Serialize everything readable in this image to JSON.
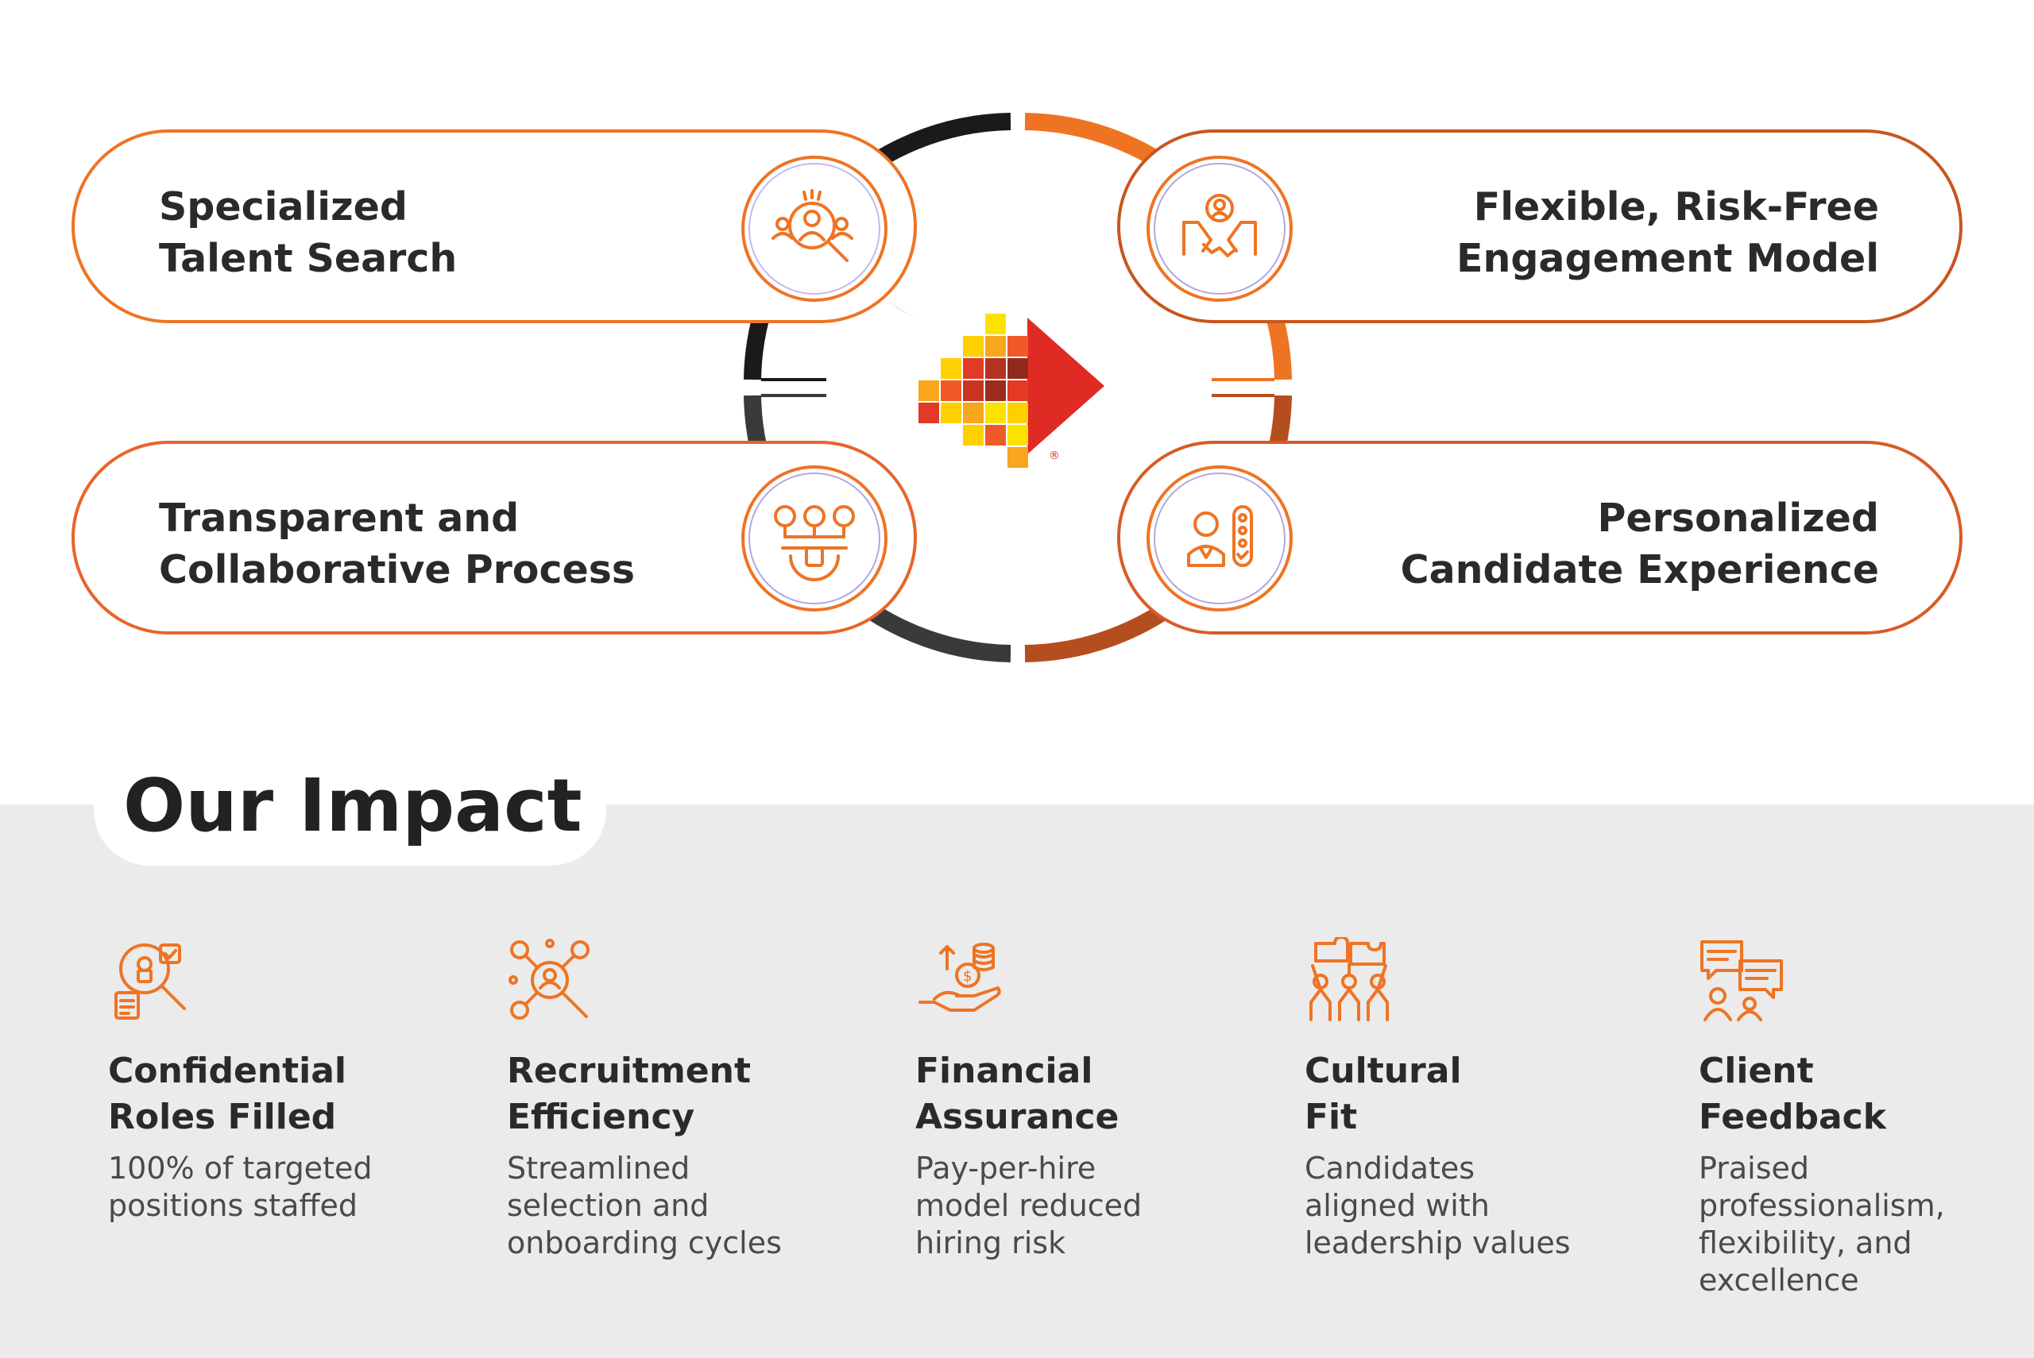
{
  "colors": {
    "accent_orange": "#ee7424",
    "accent_dark_orange": "#b54e1e",
    "ring_black": "#1a1a1a",
    "ring_dark_gray": "#3a3a3a",
    "impact_band": "#ebebeb",
    "text_dark": "#2a2a2a"
  },
  "features": [
    {
      "id": "talent-search",
      "lines": [
        "Specialized",
        "Talent Search"
      ],
      "icon": "talent-search-icon"
    },
    {
      "id": "engagement-model",
      "lines": [
        "Flexible, Risk-Free",
        "Engagement Model"
      ],
      "icon": "handshake-icon"
    },
    {
      "id": "collaborative-process",
      "lines": [
        "Transparent and",
        "Collaborative Process"
      ],
      "icon": "team-process-icon"
    },
    {
      "id": "candidate-experience",
      "lines": [
        "Personalized",
        "Candidate Experience"
      ],
      "icon": "candidate-rating-icon"
    }
  ],
  "center_logo": {
    "icon": "pixel-arrow-logo",
    "mark": "®"
  },
  "impact": {
    "title": "Our Impact",
    "metrics": [
      {
        "icon": "confidential-search-icon",
        "title": [
          "Confidential",
          "Roles Filled"
        ],
        "desc": [
          "100% of targeted",
          "positions staffed"
        ]
      },
      {
        "icon": "recruitment-network-icon",
        "title": [
          "Recruitment",
          "Efficiency"
        ],
        "desc": [
          "Streamlined",
          "selection and",
          "onboarding cycles"
        ]
      },
      {
        "icon": "coin-hand-icon",
        "title": [
          "Financial",
          "Assurance"
        ],
        "desc": [
          "Pay-per-hire",
          "model reduced",
          "hiring risk"
        ]
      },
      {
        "icon": "puzzle-team-icon",
        "title": [
          "Cultural",
          "Fit"
        ],
        "desc": [
          "Candidates",
          "aligned with",
          "leadership values"
        ]
      },
      {
        "icon": "feedback-chat-icon",
        "title": [
          "Client",
          "Feedback"
        ],
        "desc": [
          "Praised",
          "professionalism,",
          "flexibility, and",
          "excellence"
        ]
      }
    ]
  }
}
